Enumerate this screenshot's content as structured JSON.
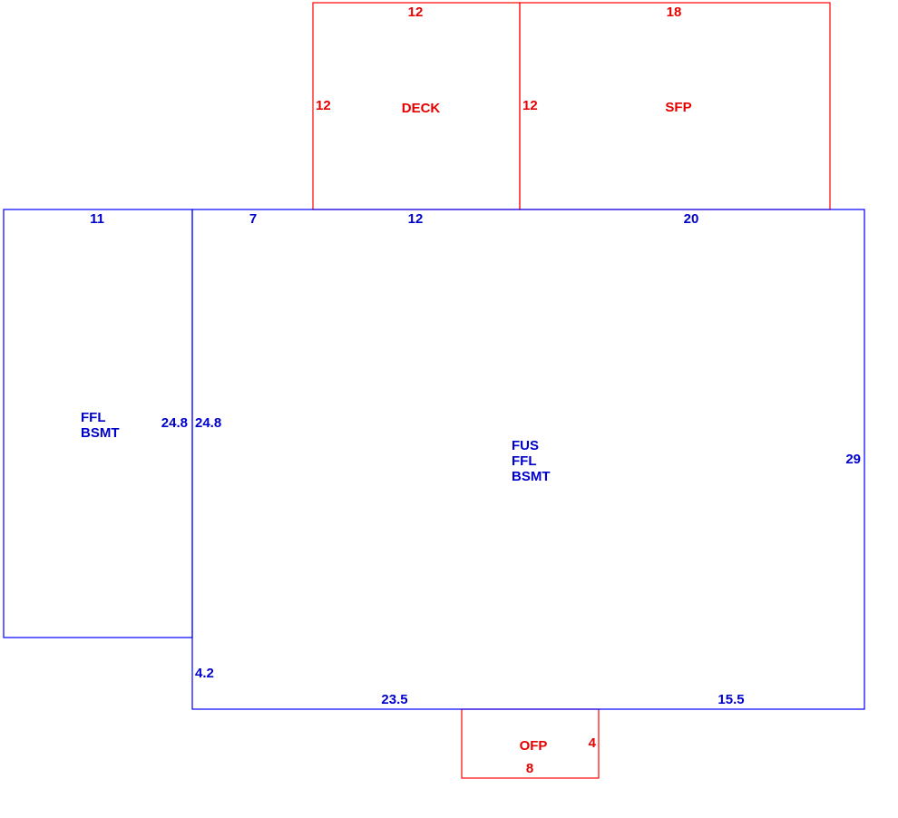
{
  "colors": {
    "living_area": "#0000ff",
    "exterior": "#ff0000"
  },
  "deck": {
    "label": "DECK",
    "top": "12",
    "left": "12"
  },
  "sfp": {
    "label": "SFP",
    "top": "18",
    "left": "12"
  },
  "left_wing": {
    "label_line1": "FFL",
    "label_line2": "BSMT",
    "top": "11",
    "right": "24.8"
  },
  "main": {
    "label_line1": "FUS",
    "label_line2": "FFL",
    "label_line3": "BSMT",
    "top_a": "7",
    "top_b": "12",
    "top_c": "20",
    "left_upper": "24.8",
    "left_lower": "4.2",
    "right": "29",
    "bottom_a": "23.5",
    "bottom_b": "15.5"
  },
  "ofp": {
    "label": "OFP",
    "right": "4",
    "bottom": "8"
  }
}
